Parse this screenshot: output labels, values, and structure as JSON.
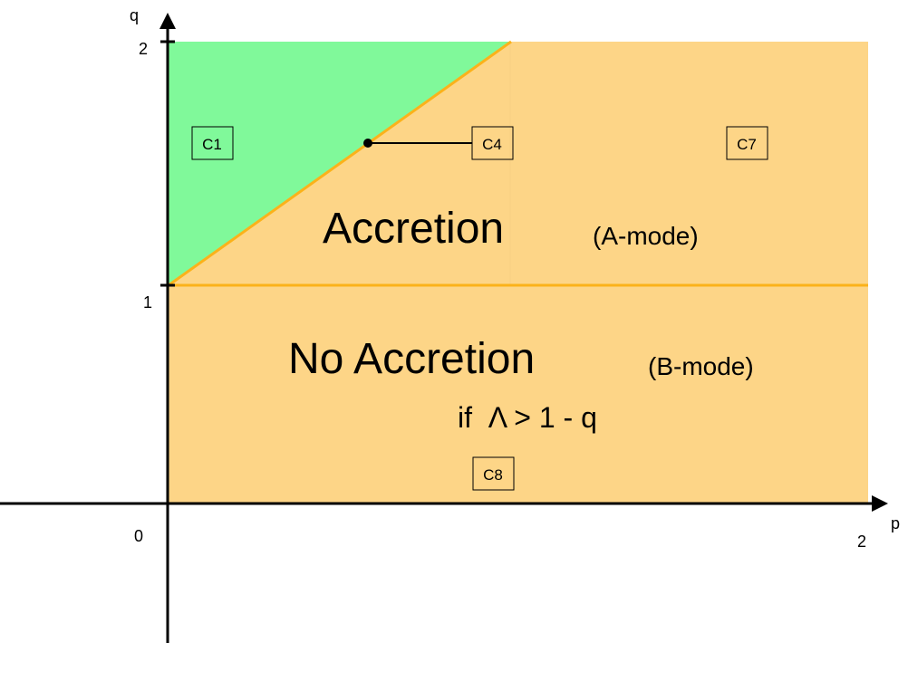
{
  "axes": {
    "x_label": "p",
    "y_label": "q",
    "origin_label": "0",
    "x_tick_2": "2",
    "y_tick_1": "1",
    "y_tick_2": "2"
  },
  "regions": {
    "c1": "C1",
    "c4": "C4",
    "c7": "C7",
    "c8": "C8"
  },
  "accretion": {
    "title": "Accretion",
    "mode": "(A-mode)"
  },
  "no_accretion": {
    "title": "No Accretion",
    "mode": "(B-mode)",
    "condition": "if  Λ > 1 - q"
  },
  "colors": {
    "green_region": "#80f99a",
    "orange_region": "#fdd587",
    "boundary_line": "#fbb21a"
  }
}
